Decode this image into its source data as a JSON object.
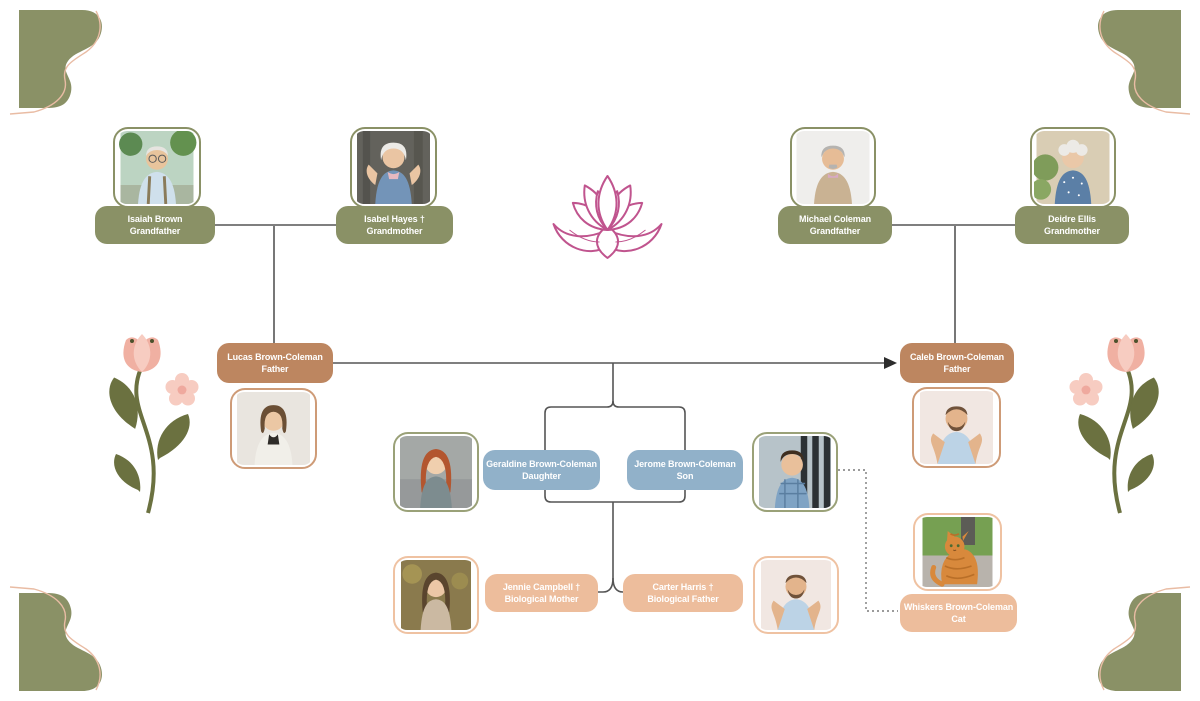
{
  "diagram": {
    "type": "family-tree",
    "family_name": "Brown-Coleman"
  },
  "people": {
    "isaiah": {
      "name": "Isaiah Brown",
      "role": "Grandfather"
    },
    "isabel": {
      "name": "Isabel Hayes †",
      "role": "Grandmother"
    },
    "michael": {
      "name": "Michael Coleman",
      "role": "Grandfather"
    },
    "deidre": {
      "name": "Deidre Ellis",
      "role": "Grandmother"
    },
    "lucas": {
      "name": "Lucas Brown-Coleman",
      "role": "Father"
    },
    "caleb": {
      "name": "Caleb Brown-Coleman",
      "role": "Father"
    },
    "geraldine": {
      "name": "Geraldine Brown-Coleman",
      "role": "Daughter"
    },
    "jerome": {
      "name": "Jerome Brown-Coleman",
      "role": "Son"
    },
    "jennie": {
      "name": "Jennie Campbell †",
      "role": "Biological Mother"
    },
    "carter": {
      "name": "Carter Harris †",
      "role": "Biological Father"
    },
    "whiskers": {
      "name": "Whiskers Brown-Coleman",
      "role": "Cat"
    }
  },
  "relationships": {
    "marriage_lines": [
      "Isaiah Brown — Isabel Hayes",
      "Michael Coleman — Deidre Ellis",
      "Lucas Brown-Coleman — Caleb Brown-Coleman"
    ],
    "dotted_line": "Jerome Brown-Coleman — Whiskers Brown-Coleman"
  },
  "palette": {
    "grandparent_label": "#8A9166",
    "father_label": "#BD8660",
    "child_label": "#91B1C9",
    "biological_parent_label": "#EDBD9C",
    "connector_line": "#555555",
    "lotus_pink": "#C0548E",
    "flower_pink": "#F5C6BA",
    "stem_olive": "#6B7140",
    "corner_blob": "#8A9166",
    "background": "#ffffff"
  },
  "decorations": {
    "lotus": "lotus-outline-illustration",
    "flowers": "pink-tulip-sprigs-left-and-right",
    "corners": "olive-wave-corner-shapes"
  }
}
